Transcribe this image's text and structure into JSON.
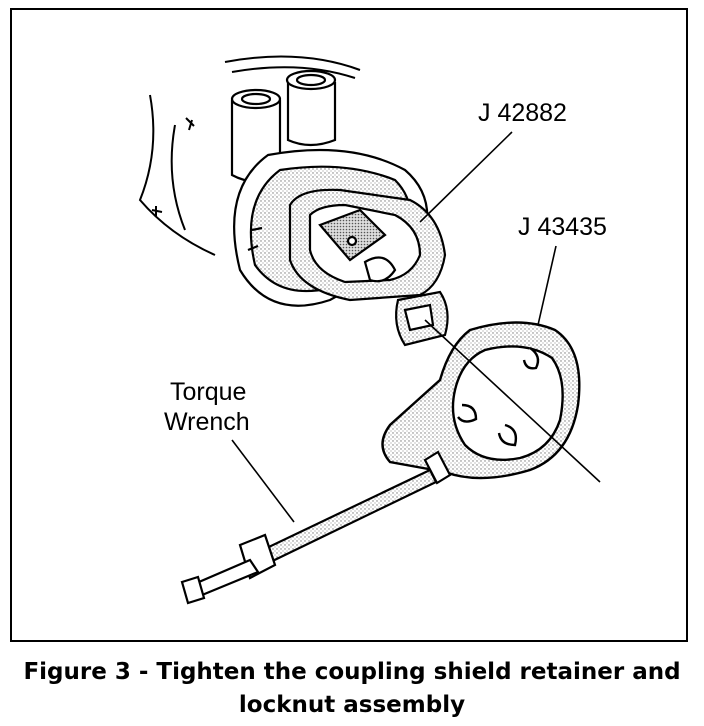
{
  "callouts": {
    "part_a": "J 42882",
    "part_b": "J 43435",
    "tool_line1": "Torque",
    "tool_line2": "Wrench"
  },
  "caption": {
    "label": "Figure 3 - ",
    "text": "Tighten the coupling shield retainer and",
    "text2": "locknut assembly"
  }
}
